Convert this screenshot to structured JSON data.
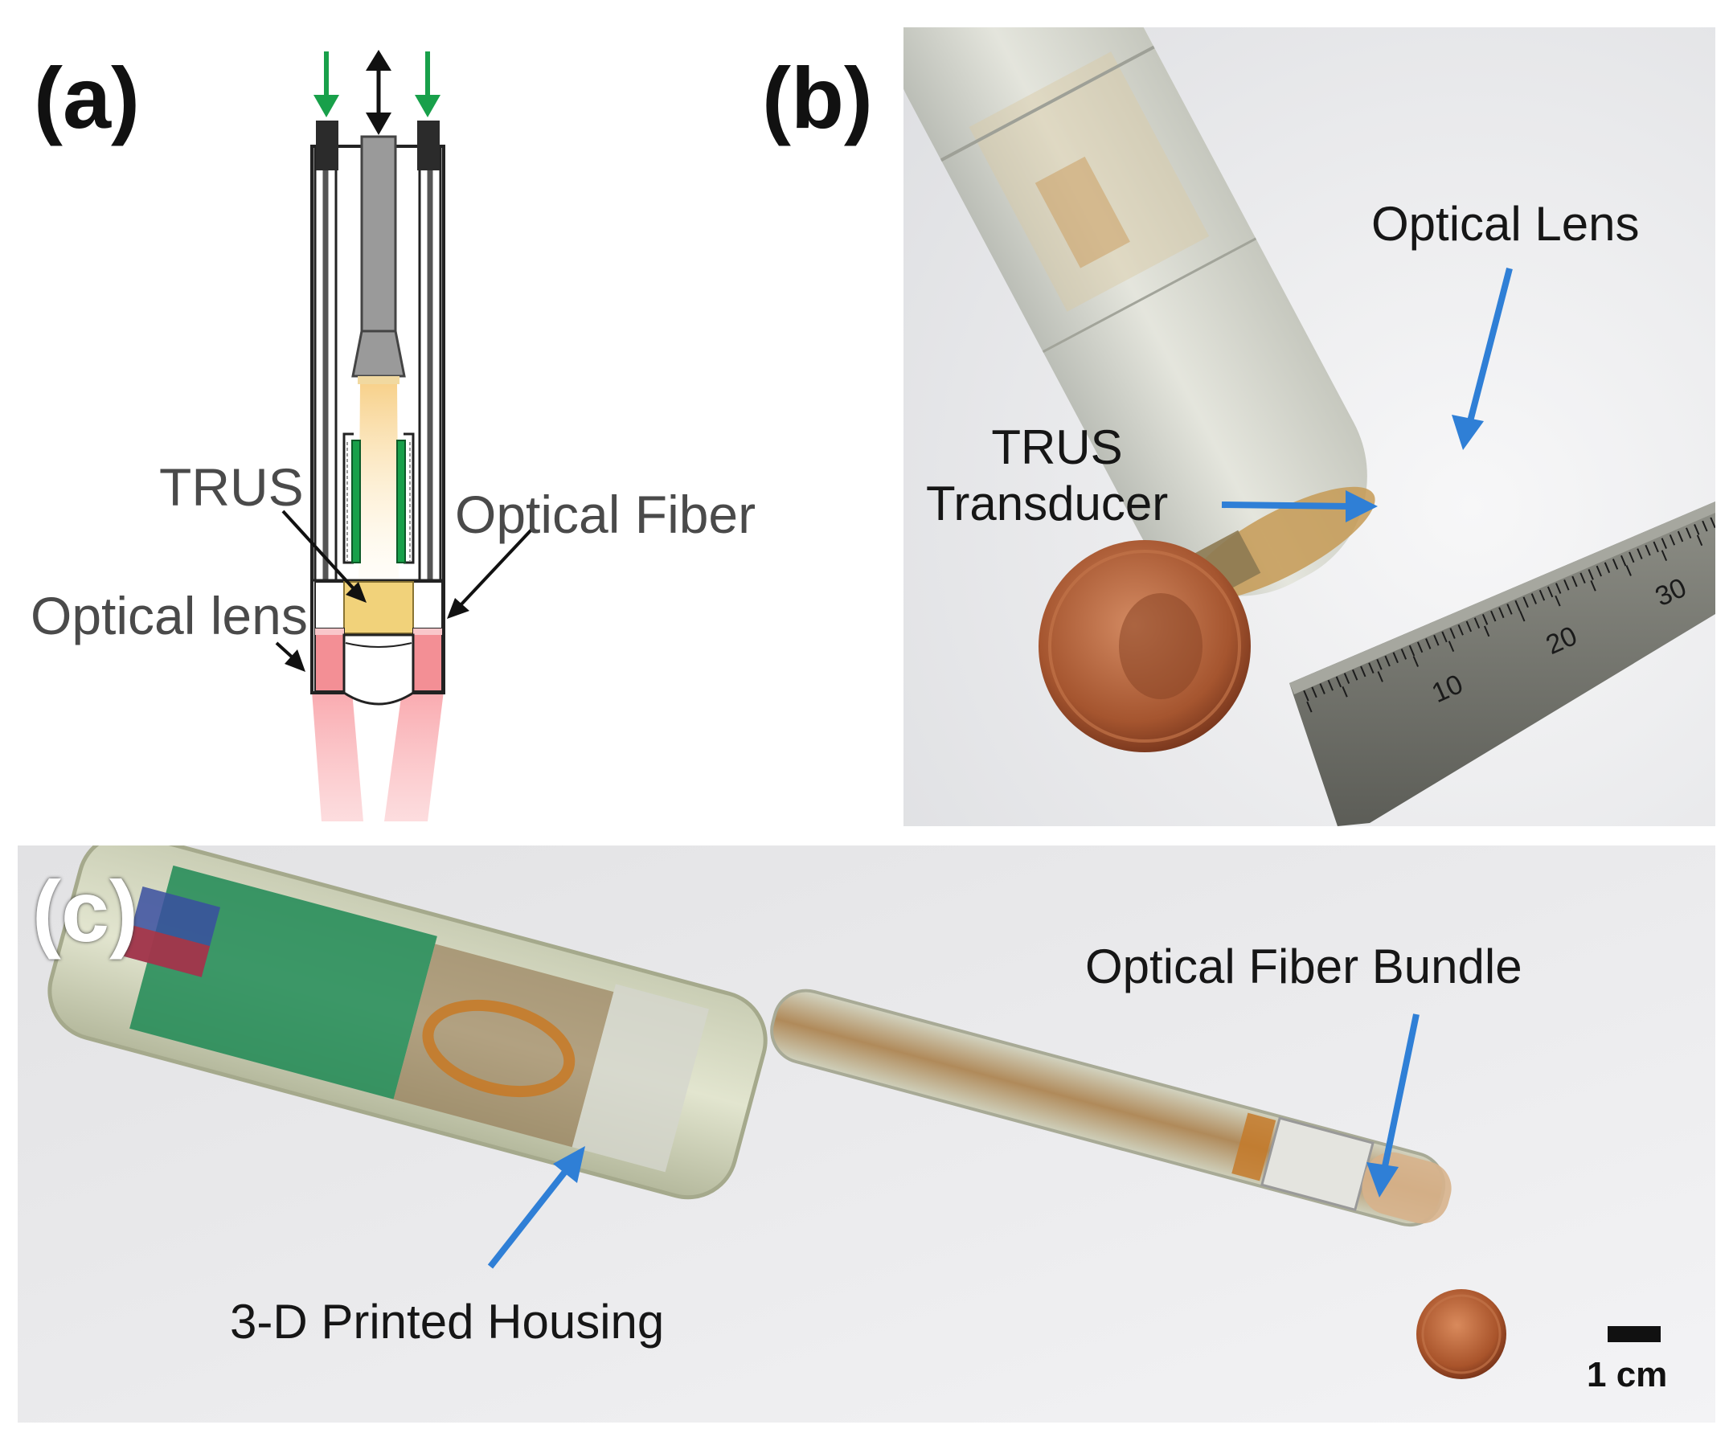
{
  "figure": {
    "panel_a": {
      "label": "(a)",
      "callouts": {
        "trus": "TRUS",
        "optical_fiber": "Optical Fiber",
        "optical_lens": "Optical lens"
      }
    },
    "panel_b": {
      "label": "(b)",
      "callouts": {
        "optical_lens": "Optical Lens",
        "trus_line1": "TRUS",
        "trus_line2": "Transducer"
      },
      "ruler_ticks": [
        "10",
        "20",
        "30"
      ]
    },
    "panel_c": {
      "label": "(c)",
      "callouts": {
        "fiber_bundle": "Optical Fiber Bundle",
        "housing": "3-D Printed Housing"
      },
      "scale_bar_label": "1 cm"
    }
  },
  "colors": {
    "fiber_green": "#18a04a",
    "arrow_blue": "#2f7fd6",
    "laser_pink": "#f58d93",
    "transducer_gold": "#f1d27a",
    "housing_gray": "#9a9a9a"
  }
}
